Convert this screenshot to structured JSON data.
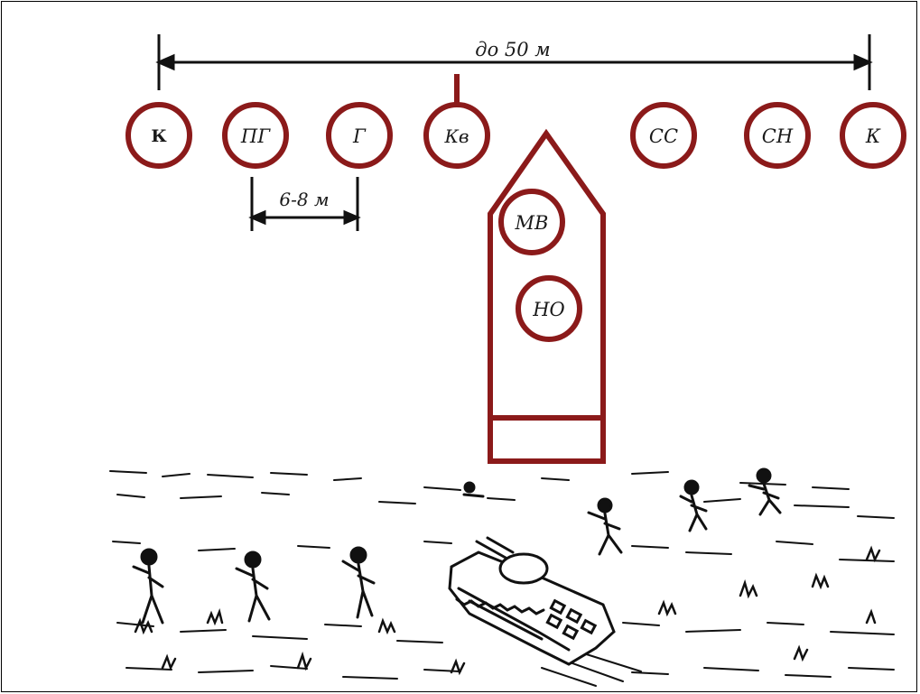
{
  "colors": {
    "accent": "#8b1a1a",
    "ink": "#111111",
    "background": "#ffffff"
  },
  "dimensions": {
    "total_distance": "до 50 м",
    "interval": "6-8 м"
  },
  "positions": {
    "k_left": "К",
    "pg": "ПГ",
    "g": "Г",
    "kv": "Кв",
    "ss": "СС",
    "sn": "СН",
    "k_right": "К",
    "mv": "МВ",
    "no": "НО"
  },
  "illustration": "soldiers-and-bmp-in-field"
}
